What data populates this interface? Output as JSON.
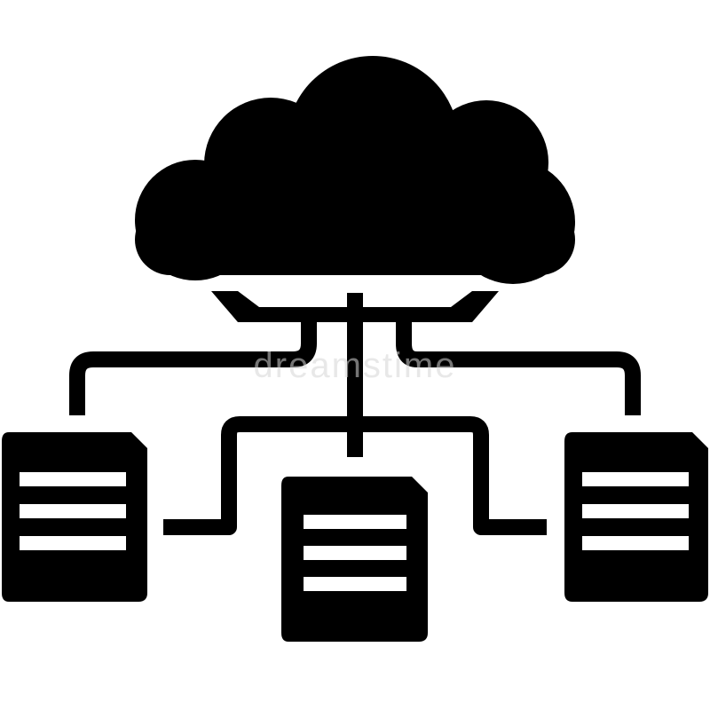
{
  "icon": {
    "name": "cloud-document-network-icon",
    "fill_color": "#000000",
    "background_color": "#ffffff",
    "document_count": 3,
    "lines_per_document": 3
  },
  "watermark": {
    "text": "dreamstime"
  }
}
